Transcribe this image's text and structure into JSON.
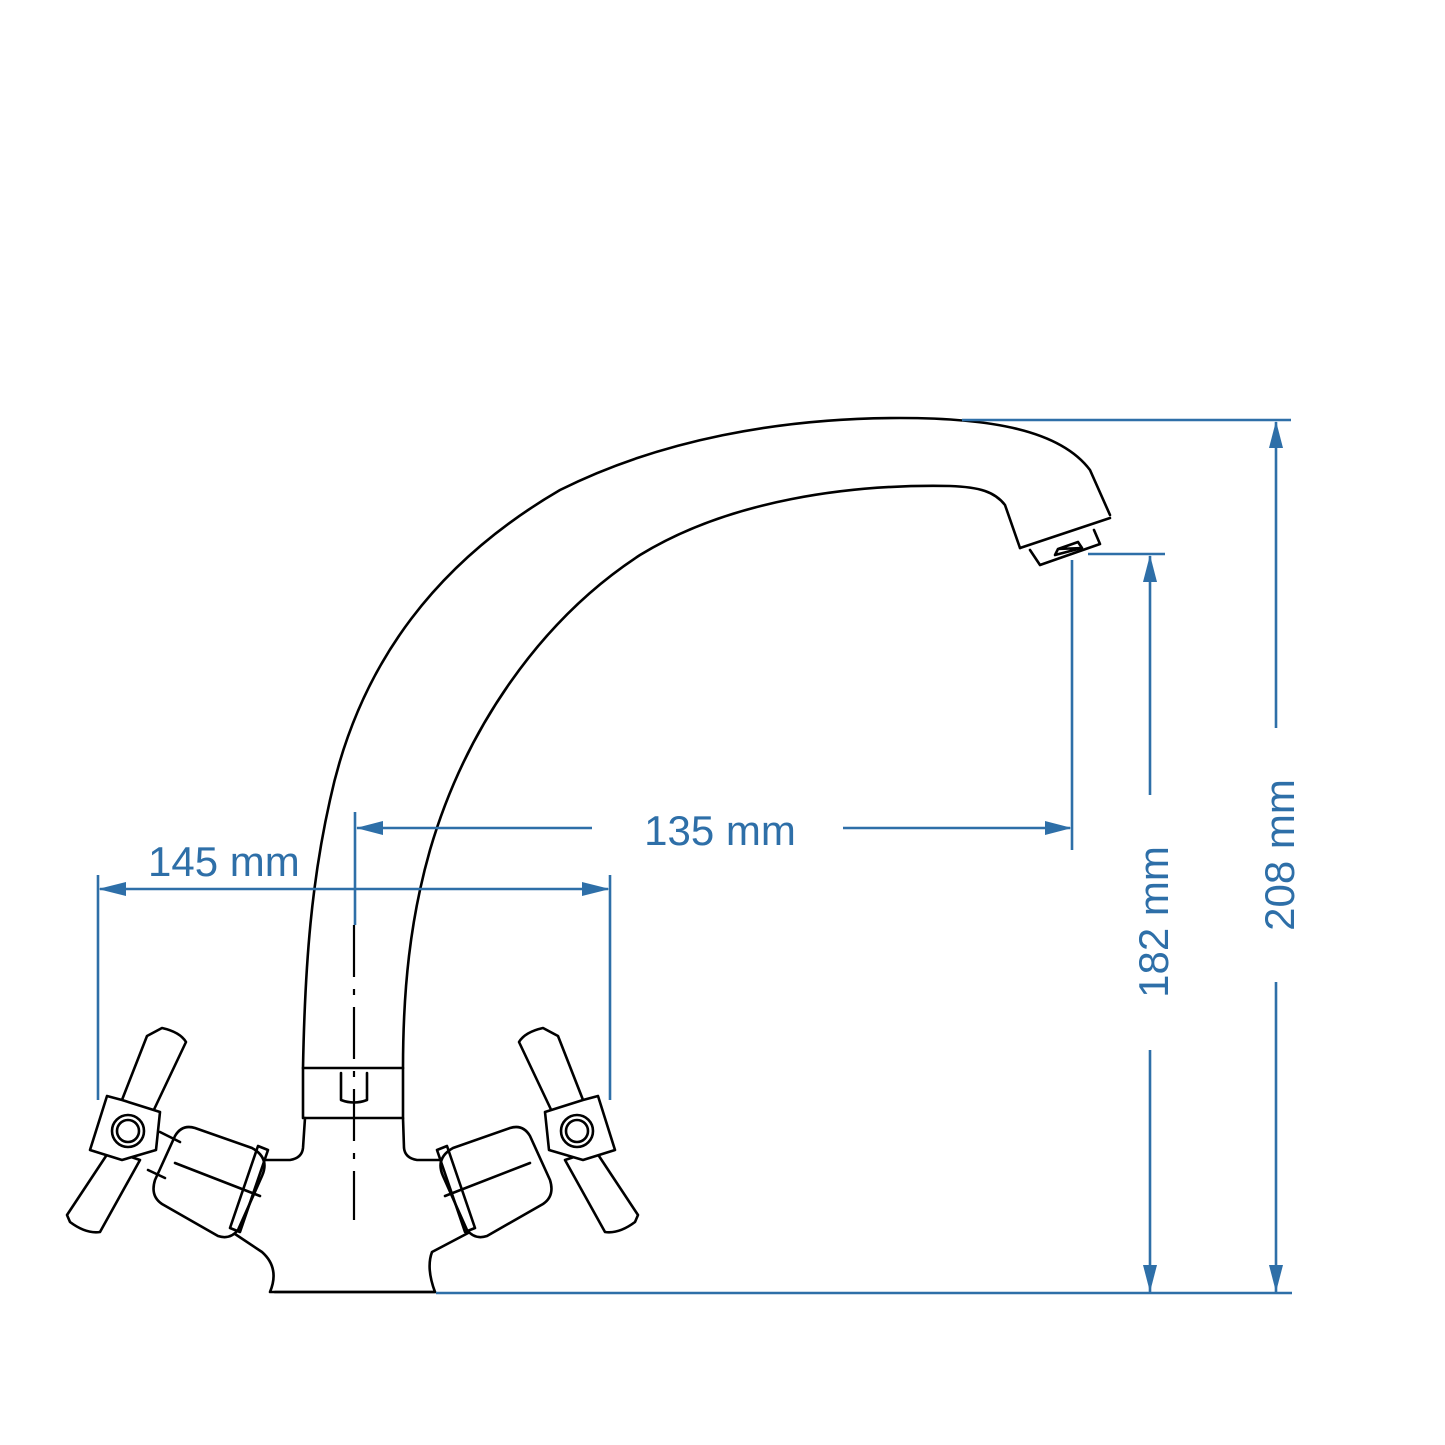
{
  "drawing": {
    "subject": "Two-handle kitchen faucet with swivel spout",
    "line_color": "#000000",
    "dimension_color": "#2e6fa8",
    "background": "#ffffff"
  },
  "dimensions": {
    "handle_span": {
      "label": "145 mm",
      "value_mm": 145,
      "orientation": "horizontal"
    },
    "spout_reach": {
      "label": "135 mm",
      "value_mm": 135,
      "orientation": "horizontal"
    },
    "outlet_height": {
      "label": "182 mm",
      "value_mm": 182,
      "orientation": "vertical"
    },
    "total_height": {
      "label": "208 mm",
      "value_mm": 208,
      "orientation": "vertical"
    }
  }
}
